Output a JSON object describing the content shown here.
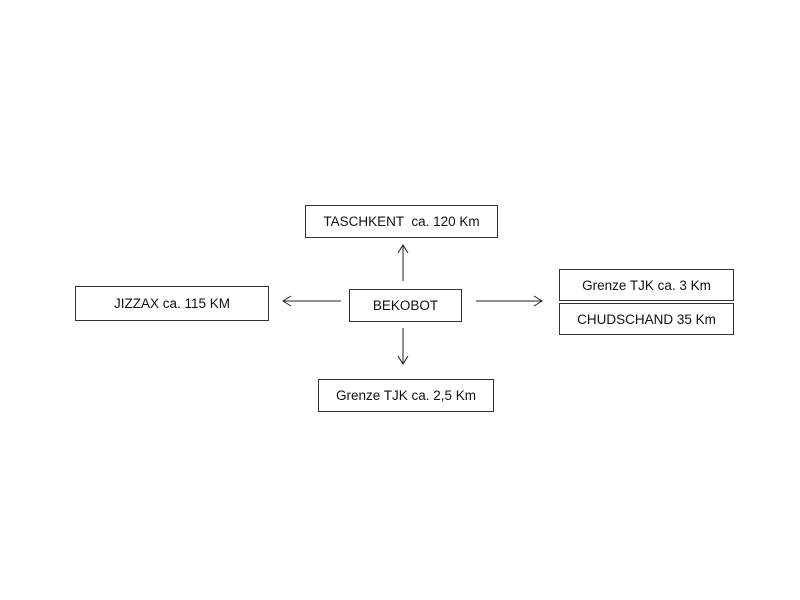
{
  "center": {
    "label": "BEKOBOT"
  },
  "north": {
    "label": "TASCHKENT  ca. 120 Km"
  },
  "south": {
    "label": "Grenze TJK ca. 2,5 Km"
  },
  "west": {
    "label": "JIZZAX ca. 115 KM"
  },
  "east": [
    {
      "label": "Grenze TJK ca. 3 Km"
    },
    {
      "label": "CHUDSCHAND 35 Km"
    }
  ]
}
